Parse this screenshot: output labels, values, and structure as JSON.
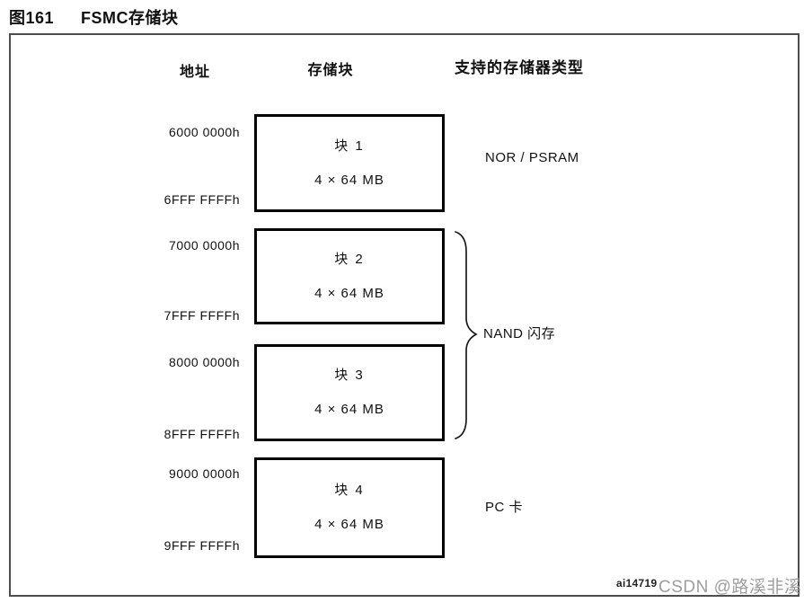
{
  "figure": {
    "number": "图161",
    "title": "FSMC存储块",
    "code": "ai14719",
    "watermark": "CSDN @路溪非溪"
  },
  "columns": {
    "address": "地址",
    "bank": "存储块",
    "memory_type": "支持的存储器类型"
  },
  "banks": [
    {
      "name": "块 1",
      "size": "4 × 64 MB",
      "start_address": "6000 0000h",
      "end_address": "6FFF FFFFh",
      "memory_type": "NOR / PSRAM"
    },
    {
      "name": "块 2",
      "size": "4 × 64 MB",
      "start_address": "7000 0000h",
      "end_address": "7FFF FFFFh",
      "memory_type": "NAND 闪存"
    },
    {
      "name": "块 3",
      "size": "4 × 64 MB",
      "start_address": "8000 0000h",
      "end_address": "8FFF FFFFh",
      "memory_type": "NAND 闪存"
    },
    {
      "name": "块 4",
      "size": "4 × 64 MB",
      "start_address": "9000 0000h",
      "end_address": "9FFF FFFFh",
      "memory_type": "PC 卡"
    }
  ],
  "memory_type_labels": {
    "nor_psram": "NOR / PSRAM",
    "nand": "NAND 闪存",
    "pc_card": "PC 卡"
  },
  "colors": {
    "frame_border": "#4d4d4d",
    "block_border": "#000000",
    "text": "#111111",
    "watermark": "#9e9e9e"
  }
}
